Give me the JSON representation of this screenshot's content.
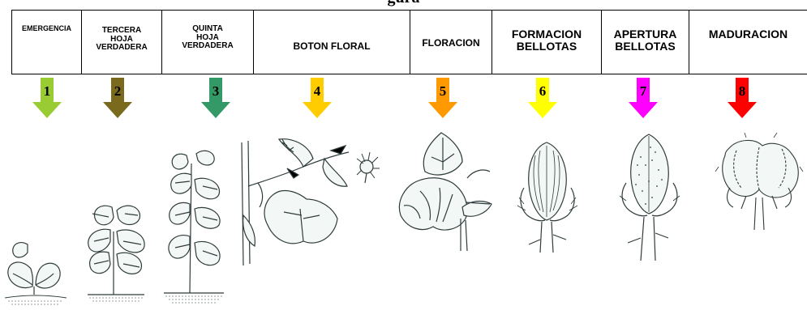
{
  "figure": {
    "title": "gura"
  },
  "stages": [
    {
      "number": "1",
      "label": "EMERGENCIA",
      "icon": "seedling-emergence-icon",
      "color": "#99cc33"
    },
    {
      "number": "2",
      "label": "TERCERA\nHOJA\nVERDADERA",
      "icon": "plant-third-leaf-icon",
      "color": "#7a6a1e"
    },
    {
      "number": "3",
      "label": "QUINTA\nHOJA\nVERDADERA",
      "icon": "plant-fifth-leaf-icon",
      "color": "#339966"
    },
    {
      "number": "4",
      "label": "BOTON FLORAL",
      "icon": "flower-bud-branch-icon",
      "color": "#ffcc00"
    },
    {
      "number": "5",
      "label": "FLORACION",
      "icon": "cotton-flower-icon",
      "color": "#ff9900"
    },
    {
      "number": "6",
      "label": "FORMACION\nBELLOTAS",
      "icon": "boll-formation-icon",
      "color": "#ffff00"
    },
    {
      "number": "7",
      "label": "APERTURA\nBELLOTAS",
      "icon": "boll-opening-icon",
      "color": "#ff00ff"
    },
    {
      "number": "8",
      "label": "MADURACION",
      "icon": "mature-cotton-boll-icon",
      "color": "#ff0000"
    }
  ]
}
